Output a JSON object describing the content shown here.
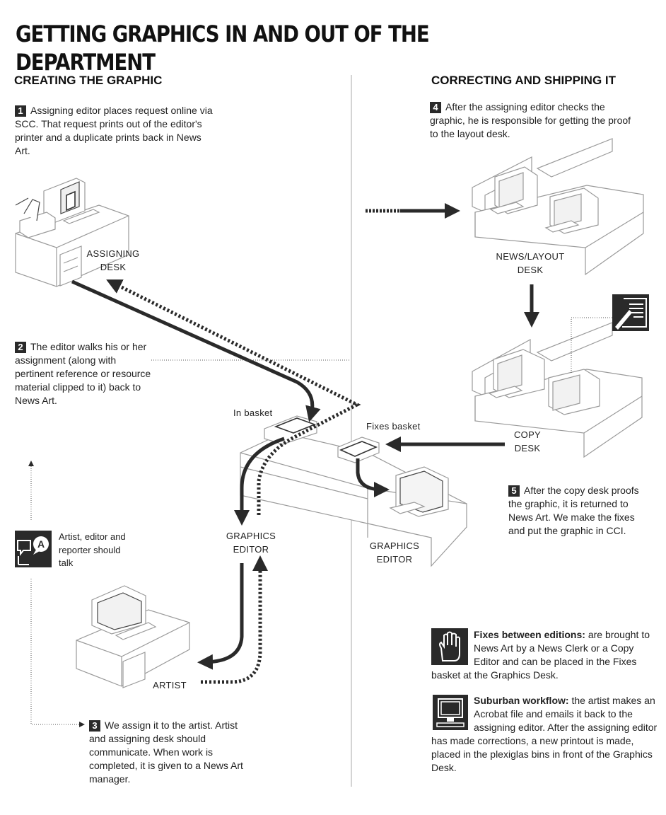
{
  "title": "GETTING GRAPHICS IN AND OUT OF THE DEPARTMENT",
  "sections": {
    "left": "CREATING THE GRAPHIC",
    "right": "CORRECTING AND SHIPPING IT"
  },
  "steps": [
    {
      "num": "1",
      "text": "Assigning editor places request online via SCC. That request prints out of the editor's printer and a duplicate prints back in News Art."
    },
    {
      "num": "2",
      "text": "The editor walks his or her assignment (along with pertinent reference or resource material clipped to it) back to News Art."
    },
    {
      "num": "3",
      "text": "We assign it to the artist. Artist and assigning desk should communicate. When work is completed, it is given to a News Art manager."
    },
    {
      "num": "4",
      "text": "After the assigning editor checks the graphic, he is responsible for getting the proof to the layout desk."
    },
    {
      "num": "5",
      "text": "After the copy desk proofs the graphic, it is returned to News Art. We make the fixes and put the graphic in CCI."
    }
  ],
  "labels": {
    "assigning_desk": [
      "ASSIGNING",
      "DESK"
    ],
    "in_basket": "In basket",
    "fixes_basket": "Fixes basket",
    "graphics_editor_left": [
      "GRAPHICS",
      "EDITOR"
    ],
    "graphics_editor_right": [
      "GRAPHICS",
      "EDITOR"
    ],
    "artist": "ARTIST",
    "news_layout_desk": [
      "NEWS/LAYOUT",
      "DESK"
    ],
    "copy_desk": [
      "COPY",
      "DESK"
    ]
  },
  "notes": {
    "talk": "Artist, editor and reporter should talk",
    "fixes_title": "Fixes between editions:",
    "fixes_text": " are brought to News Art by a News Clerk or a Copy Editor and can be placed in the Fixes basket at the Graphics Desk.",
    "suburban_title": "Suburban workflow:",
    "suburban_text": " the artist makes an Acrobat file and emails it back to the assigning editor. After the assigning editor has made corrections, a new printout is made, placed in the plexiglas bins in front of the Graphics Desk."
  },
  "icons": {
    "talk": "speech-bubbles-icon",
    "proof": "document-pen-icon",
    "hand": "hand-icon",
    "computer": "computer-icon"
  },
  "colors": {
    "ink": "#2a2a2a",
    "drawing": "#9a9a9a"
  }
}
